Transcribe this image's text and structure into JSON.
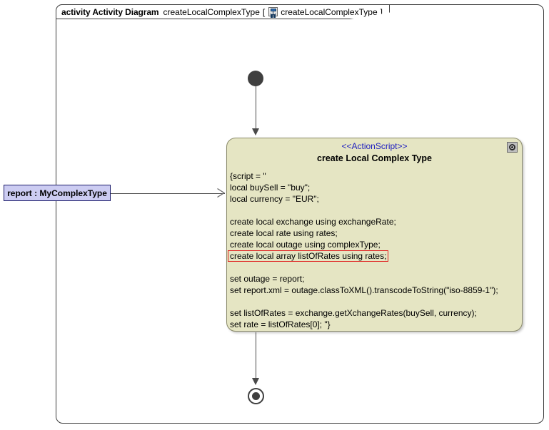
{
  "frame": {
    "kind_label": "activity",
    "type_label": "Activity Diagram",
    "name": "createLocalComplexType",
    "bracket_open": "[",
    "bracket_close": "]",
    "context_name": "createLocalComplexType",
    "icon": "activity-diagram-icon",
    "border_color": "#3b3b3b",
    "background_color": "#ffffff"
  },
  "nodes": {
    "initial": {
      "name": "initial-node",
      "fill_color": "#3f3f3f"
    },
    "final": {
      "name": "activity-final-node",
      "fill_color": "#3f3f3f",
      "ring_color": "#3f3f3f"
    },
    "object": {
      "name": "object-node",
      "label": "report : MyComplexType",
      "fill_color": "#ccccf2",
      "border_color": "#1d1d6b"
    },
    "action": {
      "name": "action-node",
      "stereotype": "<<ActionScript>>",
      "title": "create Local Complex Type",
      "fill_color": "#e5e5c3",
      "border_color": "#8a8a6a",
      "stereotype_color": "#2020c0",
      "marker_icon": "script-marker-icon",
      "highlight_color": "#e01b1b",
      "script_lines": [
        {
          "text": "{script = \"",
          "highlighted": false
        },
        {
          "text": "local buySell = \"buy\";",
          "highlighted": false
        },
        {
          "text": "local currency = \"EUR\";",
          "highlighted": false
        },
        {
          "text": "",
          "highlighted": false
        },
        {
          "text": "create local exchange using exchangeRate;",
          "highlighted": false
        },
        {
          "text": "create local rate using rates;",
          "highlighted": false
        },
        {
          "text": "create local outage using complexType;",
          "highlighted": false
        },
        {
          "text": "create local array listOfRates using rates;",
          "highlighted": true
        },
        {
          "text": "",
          "highlighted": false
        },
        {
          "text": "set outage = report;",
          "highlighted": false
        },
        {
          "text": "set report.xml = outage.classToXML().transcodeToString(\"iso-8859-1\");",
          "highlighted": false
        },
        {
          "text": "",
          "highlighted": false
        },
        {
          "text": "set listOfRates = exchange.getXchangeRates(buySell, currency);",
          "highlighted": false
        },
        {
          "text": "set rate = listOfRates[0]; \"}",
          "highlighted": false
        }
      ]
    }
  },
  "edges": [
    {
      "name": "edge-initial-to-action",
      "kind": "control-flow",
      "arrow": "solid"
    },
    {
      "name": "edge-action-to-final",
      "kind": "control-flow",
      "arrow": "solid"
    },
    {
      "name": "edge-object-to-action",
      "kind": "object-flow",
      "arrow": "open"
    }
  ]
}
